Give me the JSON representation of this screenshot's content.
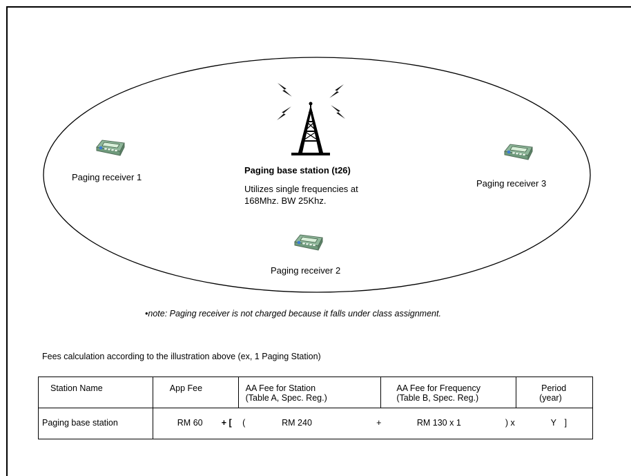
{
  "diagram": {
    "base_station": {
      "title": "Paging base station (t26)",
      "description_line1": "Utilizes single  frequencies at",
      "description_line2": "168Mhz. BW 25Khz."
    },
    "receivers": [
      {
        "label": "Paging receiver 1"
      },
      {
        "label": "Paging receiver 2"
      },
      {
        "label": "Paging receiver 3"
      }
    ],
    "icons": [
      "antenna-tower-icon",
      "radio-signal-icon",
      "pager-icon"
    ],
    "note": "•note: Paging receiver is not charged because it falls under class assignment."
  },
  "fees": {
    "caption": "Fees calculation according to the illustration above (ex, 1 Paging Station)",
    "headers": {
      "station_name": "Station Name",
      "app_fee": "App Fee",
      "aa_station_line1": "AA Fee for Station",
      "aa_station_line2": "(Table A, Spec. Reg.)",
      "aa_frequency_line1": "AA Fee for Frequency",
      "aa_frequency_line2": "(Table B, Spec. Reg.)",
      "period_line1": "Period",
      "period_line2": "(year)"
    },
    "row": {
      "station_name": "Paging base station",
      "app_fee": "RM 60",
      "plus_bracket": "+ [",
      "open_paren": "(",
      "aa_station": "RM 240",
      "plus": "+",
      "aa_frequency": "RM 130 x 1",
      "close_times": ") x",
      "period": "Y",
      "close_bracket": "]"
    }
  }
}
